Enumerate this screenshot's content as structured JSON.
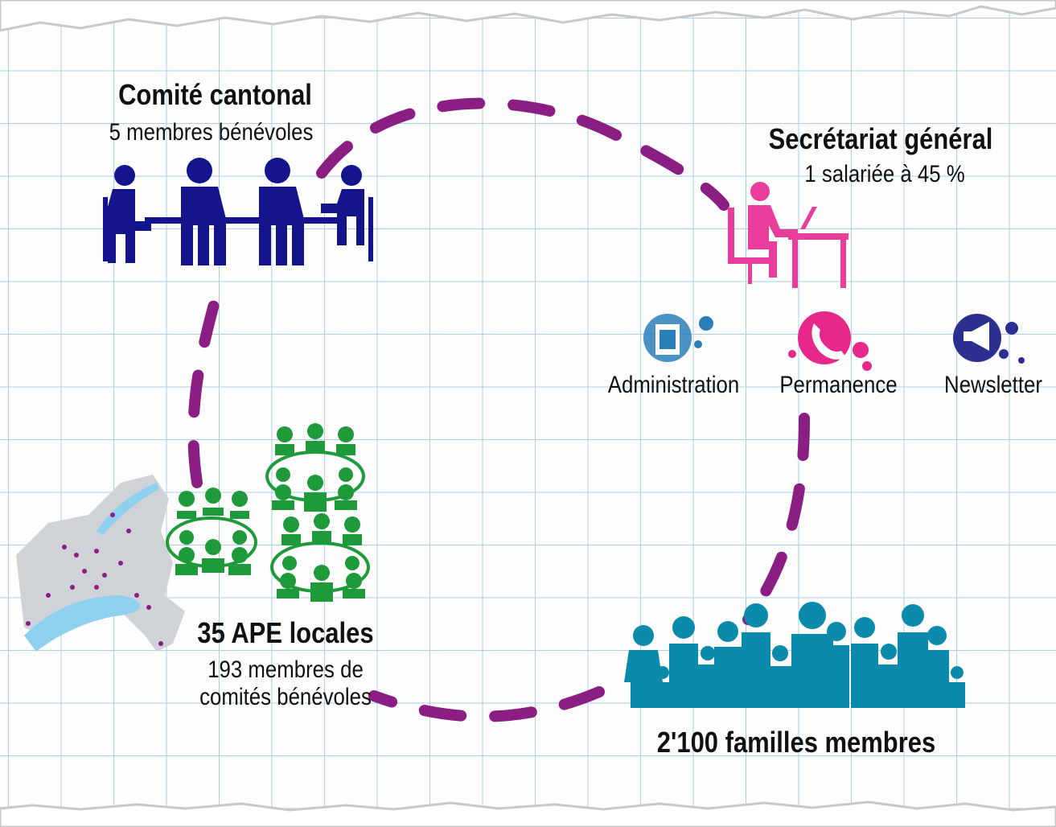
{
  "comite": {
    "title": "Comité cantonal",
    "subtitle": "5 membres bénévoles"
  },
  "secretariat": {
    "title": "Secrétariat général",
    "subtitle": "1 salariée à 45 %"
  },
  "services": [
    {
      "label": "Administration",
      "icon": "address-book-icon",
      "color": "#2a7fb8"
    },
    {
      "label": "Permanence",
      "icon": "phone-icon",
      "color": "#e6288a"
    },
    {
      "label": "Newsletter",
      "icon": "megaphone-icon",
      "color": "#2b2f8f"
    }
  ],
  "ape": {
    "title": "35 APE locales",
    "subtitle_line1": "193 membres de",
    "subtitle_line2": "comités bénévoles"
  },
  "familles": {
    "title": "2'100 familles membres"
  },
  "colors": {
    "cycle": "#8a1e82",
    "comite": "#14148c",
    "secretariat": "#e83d9b",
    "ape": "#1f9a3a",
    "familles": "#0b8bab",
    "grid": "#a9cfe6",
    "map": "#cfd3d8",
    "lake": "#8fd0ee",
    "map_dots": "#8a1e82"
  }
}
